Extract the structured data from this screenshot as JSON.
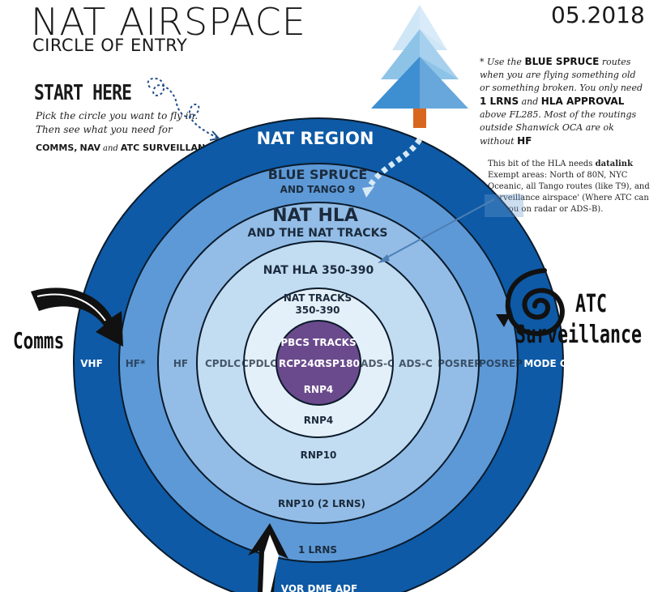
{
  "header": {
    "title": "NAT AIRSPACE",
    "subtitle": "CIRCLE OF ENTRY",
    "date": "05.2018"
  },
  "start": {
    "heading": "START HERE",
    "line1": "Pick the circle you want to fly in.",
    "line2": "Then see what you need for",
    "req_comms": "COMMS,",
    "req_nav": "NAV",
    "req_and": "and",
    "req_atc": "ATC SURVEILLANCE"
  },
  "note": {
    "mark": "*",
    "p1": "Use the",
    "blue_spruce": "BLUE SPRUCE",
    "p2": "routes when you are flying something old or something broken. You only need",
    "lrns": "1 LRNS",
    "p3": "and",
    "hla_approval": "HLA APPROVAL",
    "p4": "above FL285. Most of the routings outside Shanwick OCA are ok without",
    "hf": "HF"
  },
  "hla_note": {
    "p1": "This bit of the HLA needs",
    "datalink": "datalink",
    "p2": "Exempt areas: North of 80N, NYC Oceanic, all Tango routes (like T9), and 'surveillance airspace' (Where ATC can see you on radar or ADS-B)."
  },
  "side_labels": {
    "comms": "Comms",
    "atc1": "ATC",
    "atc2": "Surveillance"
  },
  "rings": {
    "r1": {
      "title": "NAT REGION",
      "nav": "VOR DME ADF",
      "comms": "VHF",
      "surv": "MODE C"
    },
    "r2": {
      "title1": "BLUE SPRUCE",
      "title2": "AND TANGO 9",
      "nav": "1 LRNS",
      "comms": "HF*",
      "surv": "POSREP"
    },
    "r3": {
      "title1": "NAT HLA",
      "title2": "AND THE NAT TRACKS",
      "nav": "RNP10 (2 LRNS)",
      "comms": "HF",
      "surv": "POSREP"
    },
    "r4": {
      "title": "NAT HLA 350-390",
      "nav": "RNP10",
      "comms": "CPDLC",
      "surv": "ADS-C"
    },
    "r5": {
      "title1": "NAT TRACKS",
      "title2": "350-390",
      "nav": "RNP4",
      "comms": "CPDLC",
      "surv": "ADS-C"
    },
    "r6": {
      "title": "PBCS TRACKS",
      "rcp": "RCP240",
      "rsp": "RSP180",
      "nav": "RNP4"
    }
  },
  "colors": {
    "r1": "#0e5aa6",
    "r2": "#5d99d7",
    "r3": "#93bde6",
    "r4": "#c2dcf2",
    "r5": "#e4f0f9",
    "r6": "#6a4a8c",
    "ring_stroke": "#0a1a2a",
    "tree_light": "#cfe6f6",
    "tree_mid": "#8ec3e8",
    "tree_dark": "#3d8fd1",
    "trunk": "#d9661f"
  }
}
